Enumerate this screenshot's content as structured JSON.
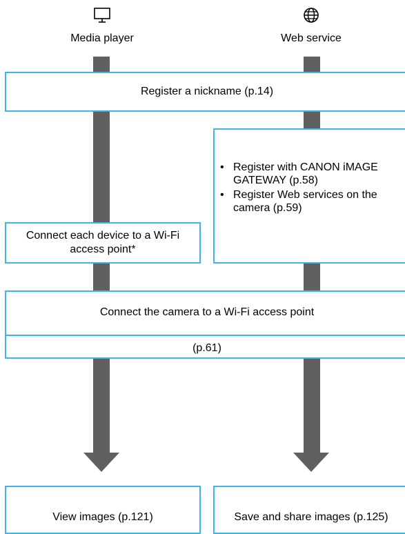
{
  "columns": {
    "left": {
      "label": "Media player",
      "icon": "tv-monitor-icon"
    },
    "right": {
      "label": "Web service",
      "icon": "globe-icon"
    }
  },
  "steps": {
    "nickname": "Register a nickname (p.14)",
    "web_register": {
      "bullet": "•",
      "items": [
        "Register with CANON iMAGE GATEWAY (p.58)",
        "Register Web services on the camera (p.59)"
      ]
    },
    "connect_device": "Connect each device to a Wi-Fi access point*",
    "connect_camera": {
      "title": "Connect the camera to a Wi-Fi access point",
      "page": "(p.61)"
    },
    "view_images": "View images (p.121)",
    "save_share": "Save and share images (p.125)"
  },
  "colors": {
    "box_border": "#3fb4e6",
    "flow_bar": "#606060"
  }
}
